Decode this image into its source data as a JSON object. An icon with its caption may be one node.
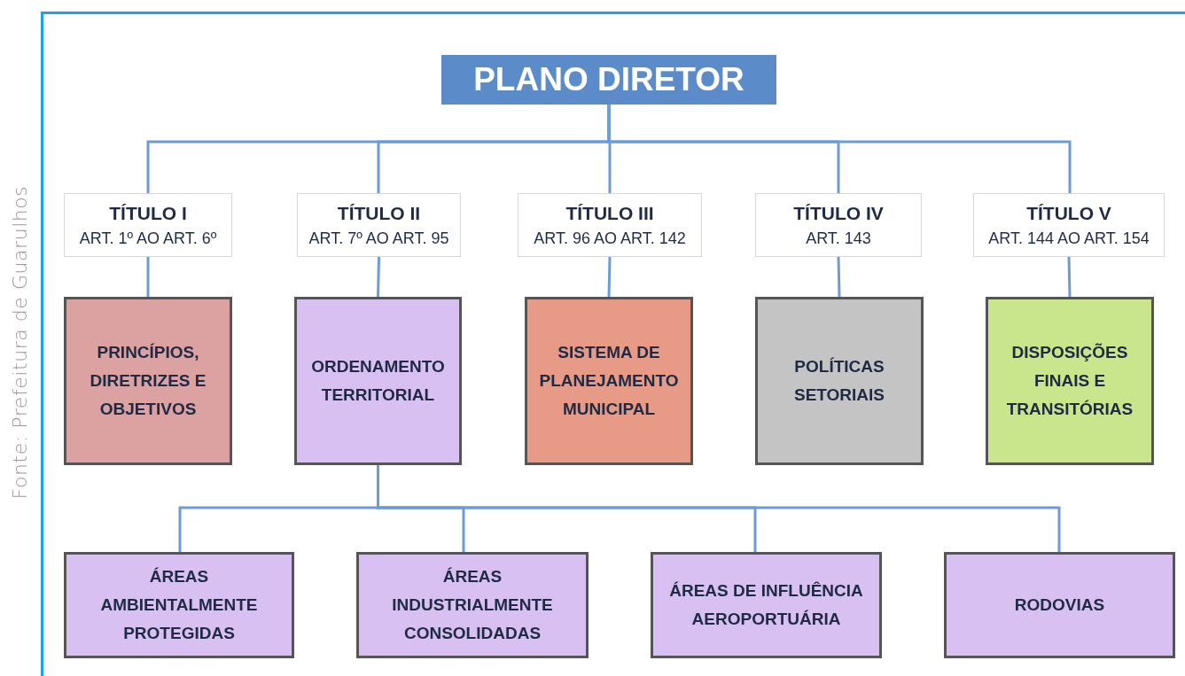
{
  "diagram": {
    "nodes": [
      {
        "text": [
          "PLANO DIRETOR"
        ]
      },
      {
        "text": [
          "TÍTULO I",
          "ART. 1º AO ART. 6º"
        ]
      },
      {
        "text": [
          "TÍTULO II",
          "ART. 7º AO ART. 95"
        ]
      },
      {
        "text": [
          "TÍTULO III",
          "ART. 96 AO ART. 142"
        ]
      },
      {
        "text": [
          "TÍTULO IV",
          "ART. 143"
        ]
      },
      {
        "text": [
          "TÍTULO V",
          "ART. 144 AO ART. 154"
        ]
      },
      {
        "text": [
          "PRINCÍPIOS, DIRETRIZES E OBJETIVOS"
        ]
      },
      {
        "text": [
          "ORDENAMENTO TERRITORIAL"
        ]
      },
      {
        "text": [
          "SISTEMA DE PLANEJAMENTO MUNICIPAL"
        ]
      },
      {
        "text": [
          "POLÍTICAS SETORIAIS"
        ]
      },
      {
        "text": [
          "DISPOSIÇÕES FINAIS E TRANSITÓRIAS"
        ]
      },
      {
        "text": [
          "ÁREAS AMBIENTALMENTE PROTEGIDAS"
        ]
      },
      {
        "text": [
          "ÁREAS INDUSTRIALMENTE CONSOLIDADAS"
        ]
      },
      {
        "text": [
          "ÁREAS DE INFLUÊNCIA AEROPORTUÁRIA"
        ]
      },
      {
        "text": [
          "RODOVIAS"
        ]
      }
    ],
    "edges": [
      {
        "from": 0,
        "to": 1,
        "arrow": "none"
      },
      {
        "from": 0,
        "to": 2,
        "arrow": "none"
      },
      {
        "from": 0,
        "to": 3,
        "arrow": "none"
      },
      {
        "from": 0,
        "to": 4,
        "arrow": "none"
      },
      {
        "from": 0,
        "to": 5,
        "arrow": "none"
      },
      {
        "from": 1,
        "to": 6,
        "arrow": "none"
      },
      {
        "from": 2,
        "to": 7,
        "arrow": "none"
      },
      {
        "from": 3,
        "to": 8,
        "arrow": "none"
      },
      {
        "from": 4,
        "to": 9,
        "arrow": "none"
      },
      {
        "from": 5,
        "to": 10,
        "arrow": "none"
      },
      {
        "from": 7,
        "to": 11,
        "arrow": "none"
      },
      {
        "from": 7,
        "to": 12,
        "arrow": "none"
      },
      {
        "from": 7,
        "to": 13,
        "arrow": "none"
      },
      {
        "from": 7,
        "to": 14,
        "arrow": "none"
      }
    ],
    "labels": [
      "Fonte: Prefeitura de Guarulhos"
    ]
  }
}
